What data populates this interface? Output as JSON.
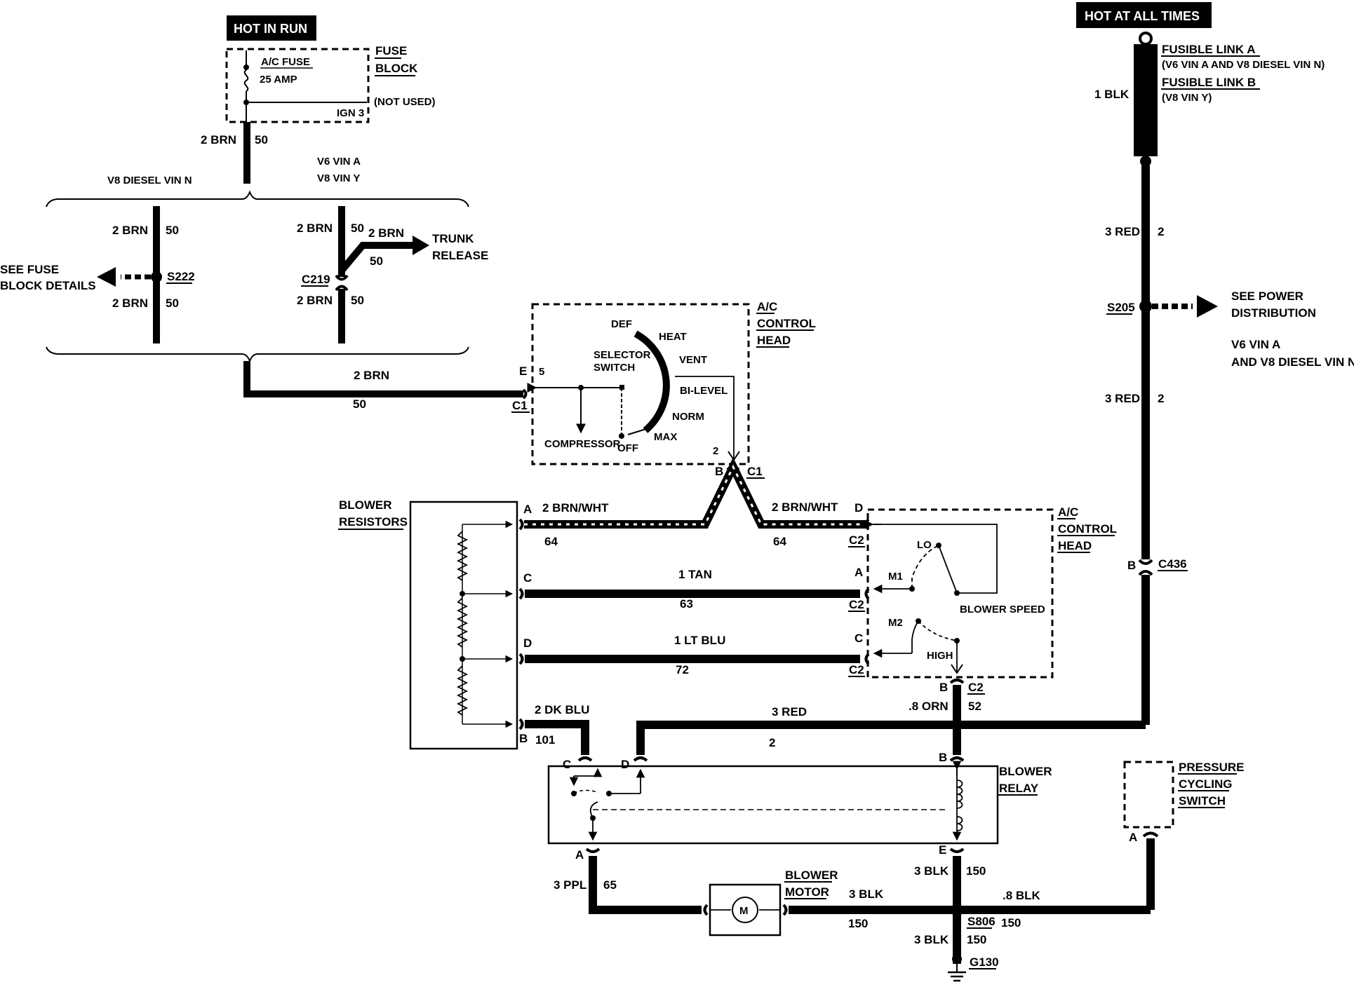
{
  "power": {
    "hot_in_run": "HOT IN RUN",
    "hot_at_all_times": "HOT AT ALL TIMES"
  },
  "fuse_block": {
    "title_1": "FUSE",
    "title_2": "BLOCK",
    "fuse_name": "A/C FUSE",
    "fuse_rating": "25 AMP",
    "not_used": "(NOT USED)",
    "ign": "IGN 3"
  },
  "fusible": {
    "link_a": "FUSIBLE LINK A",
    "link_a_note": "(V6 VIN A AND V8 DIESEL VIN N)",
    "link_b": "FUSIBLE LINK B",
    "link_b_note": "(V8 VIN Y)",
    "wire": "1 BLK"
  },
  "variants": {
    "v8_diesel": "V8 DIESEL VIN N",
    "v6_a": "V6 VIN A",
    "v8_y": "V8 VIN Y",
    "right_1": "V6 VIN A",
    "right_2": "AND V8 DIESEL VIN N"
  },
  "wires": {
    "brn": "2 BRN",
    "c50": "50",
    "brn_wht": "2 BRN/WHT",
    "c64": "64",
    "tan": "1 TAN",
    "c63": "63",
    "lt_blu": "1 LT BLU",
    "c72": "72",
    "dk_blu": "2 DK BLU",
    "c101": "101",
    "red3": "3 RED",
    "c2": "2",
    "orn": ".8 ORN",
    "c52": "52",
    "ppl": "3 PPL",
    "c65": "65",
    "blk3": "3 BLK",
    "c150": "150",
    "blk8": ".8 BLK"
  },
  "splices": {
    "s222": "S222",
    "s205": "S205",
    "s806": "S806",
    "c219": "C219",
    "c436": "C436",
    "g130": "G130",
    "c1": "C1",
    "c2": "C2"
  },
  "pins": {
    "a": "A",
    "b": "B",
    "c": "C",
    "d": "D",
    "e": "E",
    "p2": "2",
    "p5": "5"
  },
  "destinations": {
    "fuse_details_1": "SEE FUSE",
    "fuse_details_2": "BLOCK DETAILS",
    "trunk_1": "TRUNK",
    "trunk_2": "RELEASE",
    "power_dist_1": "SEE POWER",
    "power_dist_2": "DISTRIBUTION"
  },
  "control_head": {
    "title_1": "A/C",
    "title_2": "CONTROL",
    "title_3": "HEAD",
    "def": "DEF",
    "heat": "HEAT",
    "vent": "VENT",
    "bi_level": "BI-LEVEL",
    "norm": "NORM",
    "max": "MAX",
    "off": "OFF",
    "compressor": "COMPRESSOR",
    "selector_1": "SELECTOR",
    "selector_2": "SWITCH",
    "lo": "LO",
    "m1": "M1",
    "m2": "M2",
    "high": "HIGH",
    "blower_speed": "BLOWER SPEED"
  },
  "components": {
    "blower_resistors_1": "BLOWER",
    "blower_resistors_2": "RESISTORS",
    "blower_relay_1": "BLOWER",
    "blower_relay_2": "RELAY",
    "blower_motor_1": "BLOWER",
    "blower_motor_2": "MOTOR",
    "motor_symbol": "M",
    "pressure_1": "PRESSURE",
    "pressure_2": "CYCLING",
    "pressure_3": "SWITCH"
  }
}
